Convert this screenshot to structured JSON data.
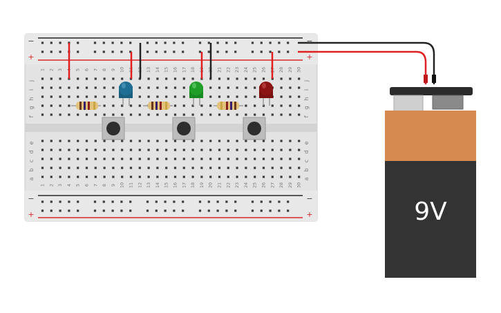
{
  "breadboard": {
    "columns": [
      "1",
      "2",
      "3",
      "4",
      "5",
      "6",
      "7",
      "8",
      "9",
      "10",
      "11",
      "12",
      "13",
      "14",
      "15",
      "16",
      "17",
      "18",
      "19",
      "20",
      "21",
      "22",
      "23",
      "24",
      "25",
      "26",
      "27",
      "28",
      "29",
      "30"
    ],
    "rows_top": [
      "j",
      "i",
      "h",
      "g",
      "f"
    ],
    "rows_bottom": [
      "e",
      "d",
      "c",
      "b",
      "a"
    ],
    "rail_minus": "−",
    "rail_plus": "+",
    "colors": {
      "board": "#e3e3e3",
      "hole": "#3a3a3a",
      "rail_red": "#d92727",
      "rail_black": "#222222"
    }
  },
  "components": {
    "leds": [
      {
        "name": "blue-led",
        "color": "#1f6e94"
      },
      {
        "name": "green-led",
        "color": "#1f9e2a"
      },
      {
        "name": "red-led",
        "color": "#8c1414"
      }
    ],
    "resistors": [
      "resistor-1",
      "resistor-2",
      "resistor-3"
    ],
    "buttons": [
      "push-button-1",
      "push-button-2",
      "push-button-3"
    ]
  },
  "battery": {
    "label": "9V",
    "colors": {
      "top": "#d58b4e",
      "body": "#333333",
      "terminal": "#2b2b2b"
    }
  },
  "wires": {
    "colors": {
      "red": "#e02020",
      "black": "#222222"
    }
  }
}
